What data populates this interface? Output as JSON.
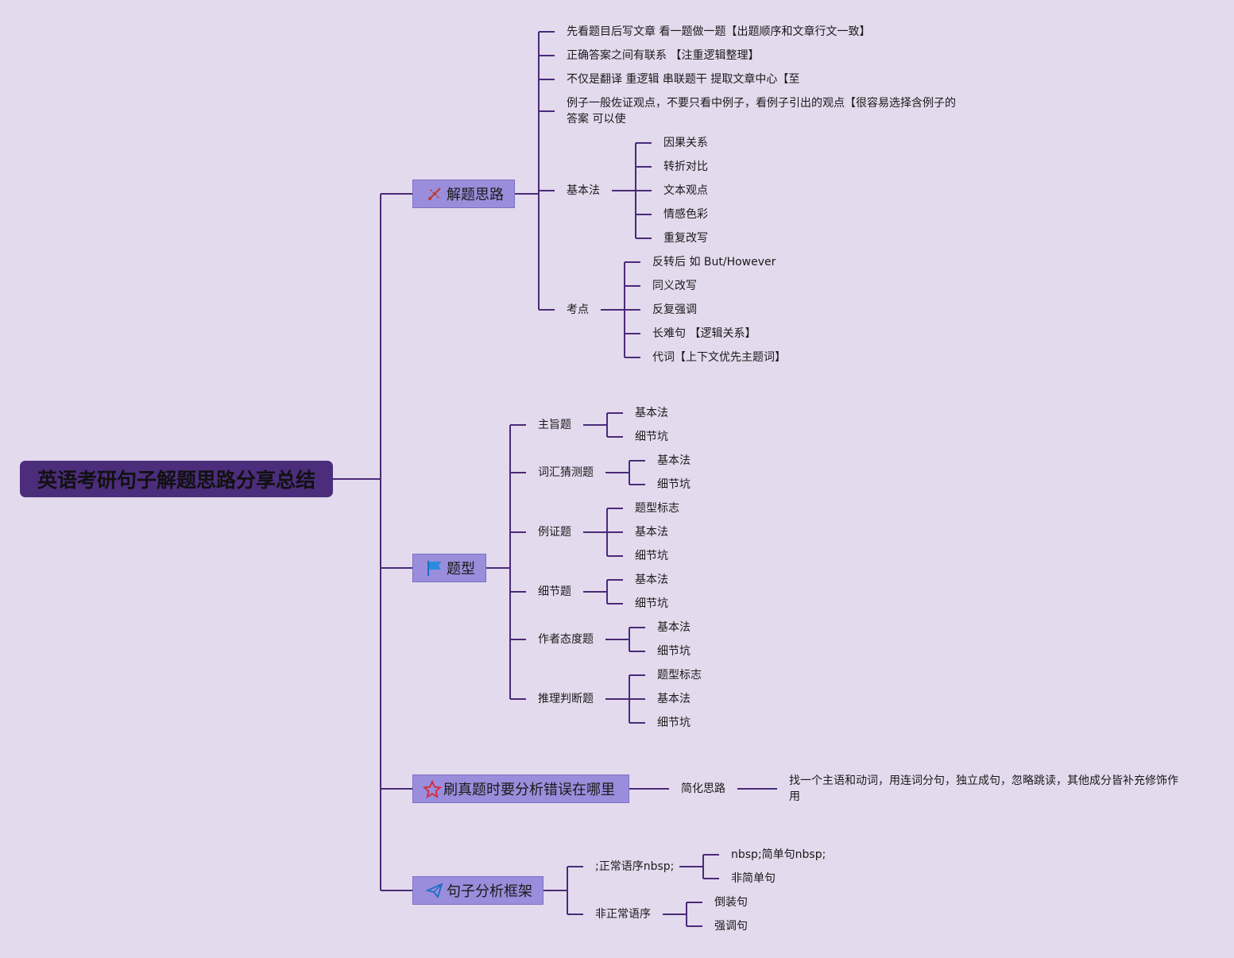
{
  "root": "英语考研句子解题思路分享总结",
  "b1": {
    "label": "解题思路",
    "icon": "tools-icon",
    "items": [
      "先看题目后写文章 看一题做一题【出题顺序和文章行文一致】",
      "正确答案之间有联系 【注重逻辑整理】",
      "不仅是翻译 重逻辑 串联题干 提取文章中心【至",
      "例子一般佐证观点，不要只看中例子，看例子引出的观点【很容易选择含例子的答案 可以使"
    ],
    "jibenfa": {
      "label": "基本法",
      "items": [
        "因果关系",
        "转折对比",
        "文本观点",
        "情感色彩",
        "重复改写"
      ]
    },
    "kaodian": {
      "label": "考点",
      "items": [
        "反转后 如 But/However",
        "同义改写",
        "反复强调",
        "长难句 【逻辑关系】",
        "代词【上下文优先主题词】"
      ]
    }
  },
  "b2": {
    "label": "题型",
    "icon": "flag-icon",
    "groups": [
      {
        "label": "主旨题",
        "items": [
          "基本法",
          "细节坑"
        ]
      },
      {
        "label": "词汇猜测题",
        "items": [
          "基本法",
          "细节坑"
        ]
      },
      {
        "label": "例证题",
        "items": [
          "题型标志",
          "基本法",
          "细节坑"
        ]
      },
      {
        "label": "细节题",
        "items": [
          "基本法",
          "细节坑"
        ]
      },
      {
        "label": "作者态度题",
        "items": [
          "基本法",
          "细节坑"
        ]
      },
      {
        "label": "推理判断题",
        "items": [
          "题型标志",
          "基本法",
          "细节坑"
        ]
      }
    ]
  },
  "b3": {
    "label": "刷真题时要分析错误在哪里",
    "icon": "star-icon",
    "child": "简化思路",
    "leaf": "找一个主语和动词，用连词分句，独立成句，忽略跳读，其他成分皆补充修饰作用"
  },
  "b4": {
    "label": "句子分析框架",
    "icon": "paper-plane-icon",
    "groups": [
      {
        "label": ";正常语序nbsp;",
        "items": [
          "nbsp;简单句nbsp;",
          "非简单句"
        ]
      },
      {
        "label": "非正常语序",
        "items": [
          "倒装句",
          "强调句"
        ]
      }
    ]
  },
  "colors": {
    "background": "#e3daed",
    "root": "#4b2d7b",
    "main": "#9a8ddb",
    "line": "#4a2a78"
  }
}
